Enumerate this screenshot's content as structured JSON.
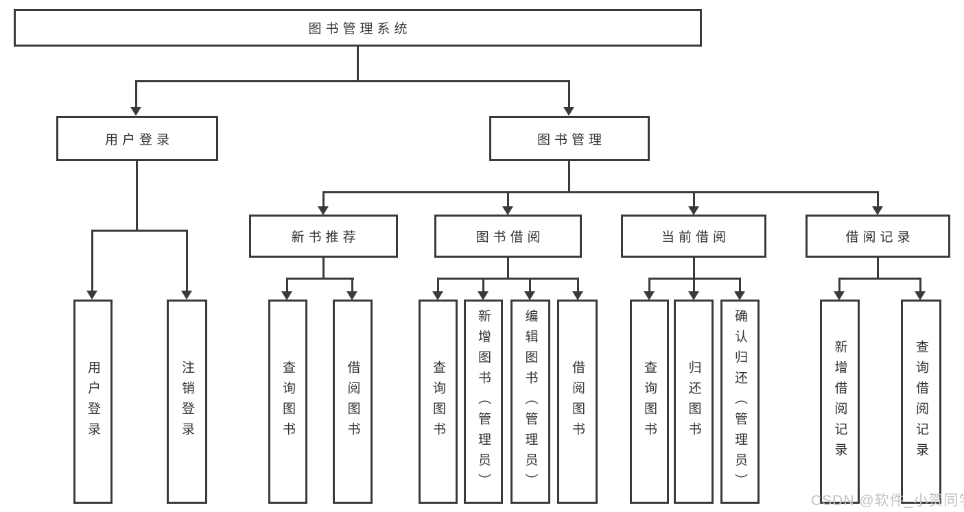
{
  "root": {
    "label": "图书管理系统"
  },
  "branches": {
    "account": {
      "label": "用户登录",
      "children": [
        {
          "label": "用户登录"
        },
        {
          "label": "注销登录"
        }
      ]
    },
    "management": {
      "label": "图书管理",
      "sections": [
        {
          "label": "新书推荐",
          "children": [
            {
              "label": "查询图书"
            },
            {
              "label": "借阅图书"
            }
          ]
        },
        {
          "label": "图书借阅",
          "children": [
            {
              "label": "查询图书"
            },
            {
              "label": "新增图书（管理员）"
            },
            {
              "label": "编辑图书（管理员）"
            },
            {
              "label": "借阅图书"
            }
          ]
        },
        {
          "label": "当前借阅",
          "children": [
            {
              "label": "查询图书"
            },
            {
              "label": "归还图书"
            },
            {
              "label": "确认归还（管理员）"
            }
          ]
        },
        {
          "label": "借阅记录",
          "children": [
            {
              "label": "新增借阅记录"
            },
            {
              "label": "查询借阅记录"
            }
          ]
        }
      ]
    }
  },
  "watermark": {
    "text": "CSDN @软件_小贺同学"
  },
  "colors": {
    "line": "#3a3a3a",
    "text": "#333333",
    "watermark": "#c2c2c2",
    "background": "#ffffff"
  }
}
